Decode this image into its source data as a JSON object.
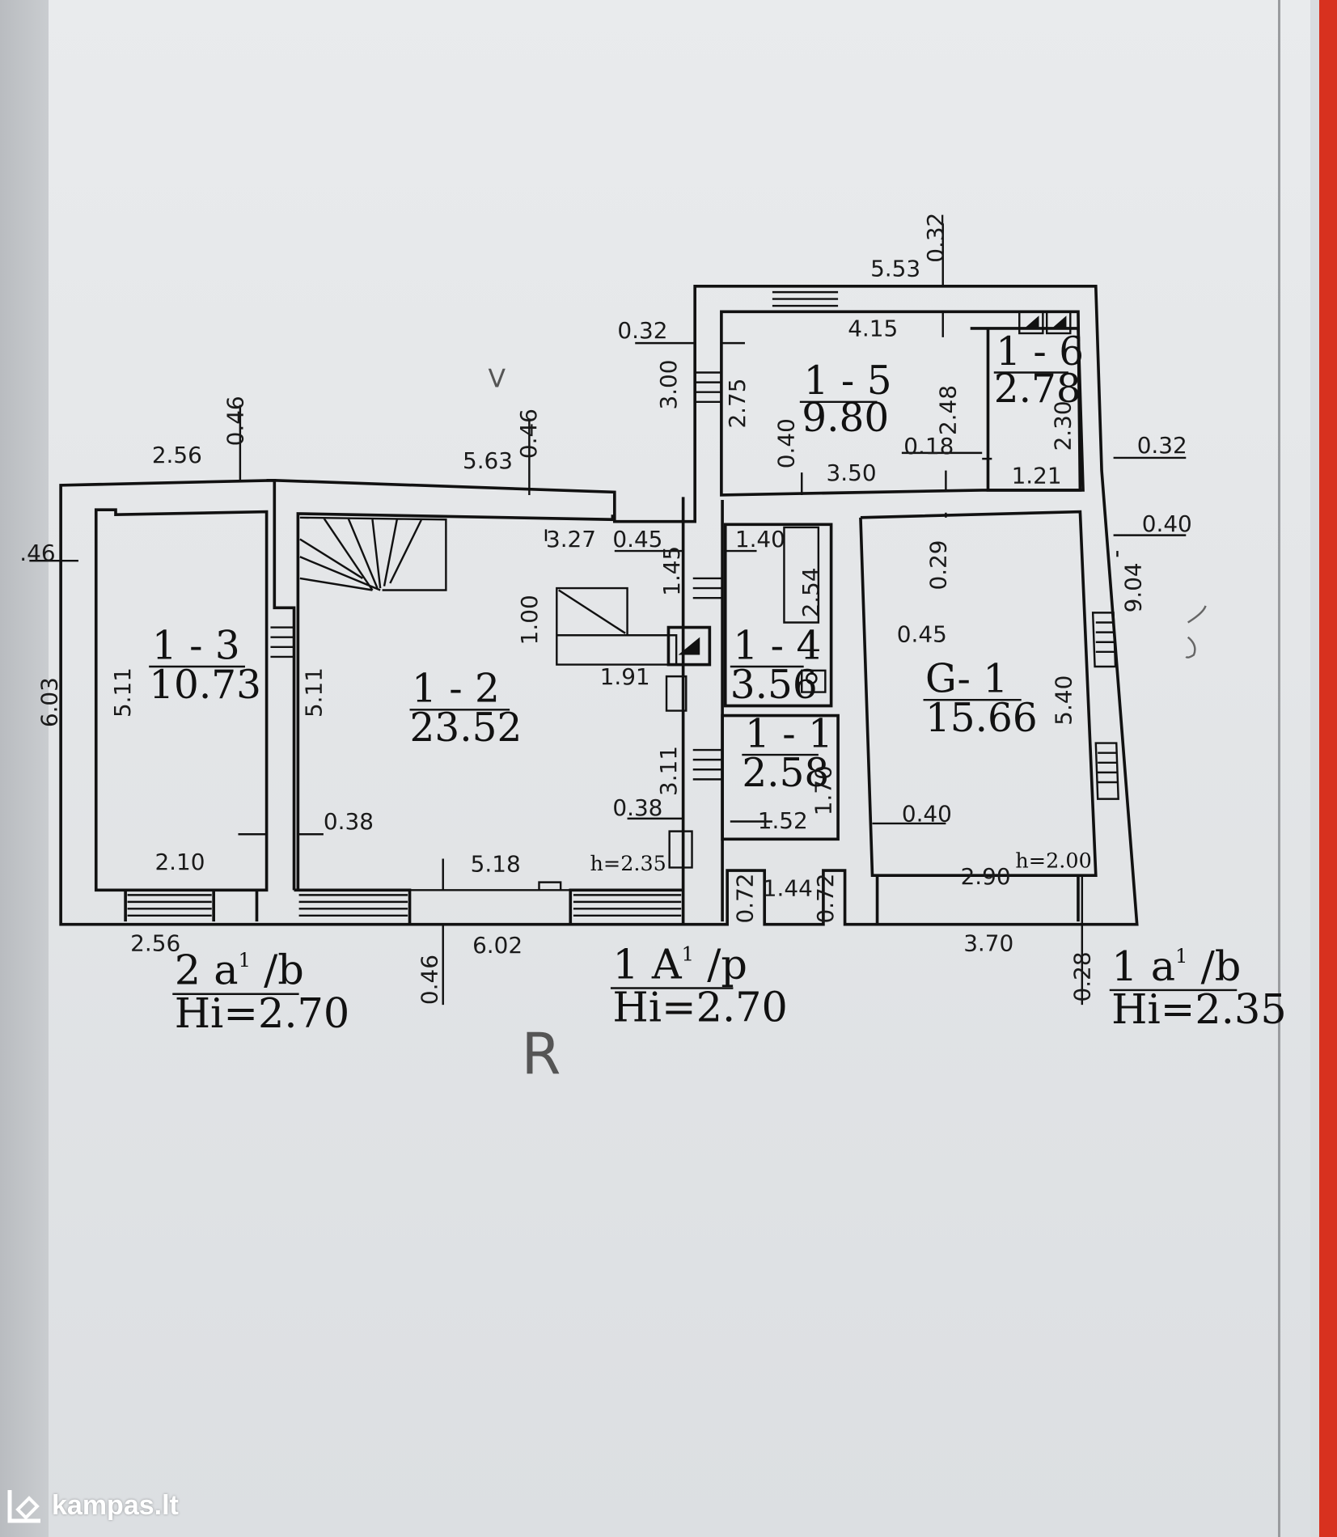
{
  "watermark": {
    "text": "kampas.lt"
  },
  "rooms": [
    {
      "id": "1-3",
      "code": "1 - 3",
      "area": "10.73"
    },
    {
      "id": "1-2",
      "code": "1 - 2",
      "area": "23.52"
    },
    {
      "id": "1-5",
      "code": "1 - 5",
      "area": "9.80"
    },
    {
      "id": "1-6",
      "code": "1 - 6",
      "area": "2.78"
    },
    {
      "id": "1-4",
      "code": "1 - 4",
      "area": "3.56"
    },
    {
      "id": "1-1",
      "code": "1 - 1",
      "area": "2.58"
    },
    {
      "id": "G-1",
      "code": "G- 1",
      "area": "15.66"
    }
  ],
  "levels": [
    {
      "code": "2 a",
      "sup": "1",
      "suffix": " /b",
      "hi": "Hi=2.70"
    },
    {
      "code": "1 A",
      "sup": "1",
      "suffix": " /p",
      "hi": "Hi=2.70"
    },
    {
      "code": "1 a",
      "sup": "1",
      "suffix": " /b",
      "hi": "Hi=2.35"
    }
  ],
  "heights": {
    "h1": "h=2.35",
    "h2": "h=2.00"
  },
  "dims": {
    "d553": "5.53",
    "d032a": "0.32",
    "d415": "4.15",
    "d032b": "0.32",
    "d300": "3.00",
    "d275": "2.75",
    "d248": "2.48",
    "d230": "2.30",
    "d018": "0.18",
    "d121": "1.21",
    "d040a": "0.40",
    "d350": "3.50",
    "d032c": "0.32",
    "d256a": "2.56",
    "d046a": "0.46",
    "d563": "5.63",
    "d046b": "0.46",
    "d327": "3.27",
    "d045a": "0.45",
    "d140": "1.40",
    "d040b": "0.40",
    "d904": "9.04",
    "d145": "1.45",
    "d254": "2.54",
    "d029": "0.29",
    "d046c": ".46",
    "d100": "1.00",
    "d603": "6.03",
    "d511a": "5.11",
    "d511b": "5.11",
    "d191": "1.91",
    "d045b": "0.45",
    "d540": "5.40",
    "d311": "3.11",
    "d170": "1.70",
    "d038a": "0.38",
    "d038b": "0.38",
    "d040c": "0.40",
    "d152": "1.52",
    "d210": "2.10",
    "d518": "5.18",
    "d290": "2.90",
    "d072a": "0.72",
    "d144": "1.44",
    "d072b": "0.72",
    "d256b": "2.56",
    "d046d": "0.46",
    "d602": "6.02",
    "d370": "3.70",
    "d028": "0.28"
  },
  "annotations": {
    "v": "V",
    "r": "R"
  }
}
